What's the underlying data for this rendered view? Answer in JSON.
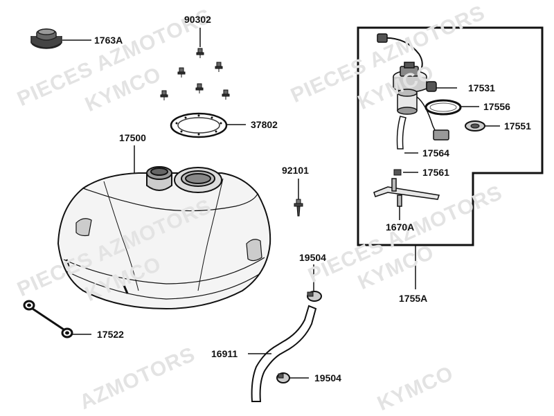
{
  "watermarks": [
    "PIECES AZMOTORS",
    "KYMCO",
    "PIECES AZMOTORS",
    "KYMCO",
    "PIECES AZMOTORS",
    "KYMCO",
    "PIECES AZMOTORS",
    "KYMCO",
    "AZMOTORS",
    "KYMCO"
  ],
  "parts": {
    "fuel_cap": "1763A",
    "screw_top": "90302",
    "gasket": "37802",
    "fuel_tank": "17500",
    "bolt": "92101",
    "drain_tube": "17522",
    "pump_assembly": "1755A",
    "pump_connector": "17531",
    "pump_seal": "17556",
    "filter": "17551",
    "pump_hose": "17564",
    "clip": "17561",
    "bracket": "1670A",
    "clamp_upper": "19504",
    "hose": "16911",
    "clamp_lower": "19504"
  }
}
